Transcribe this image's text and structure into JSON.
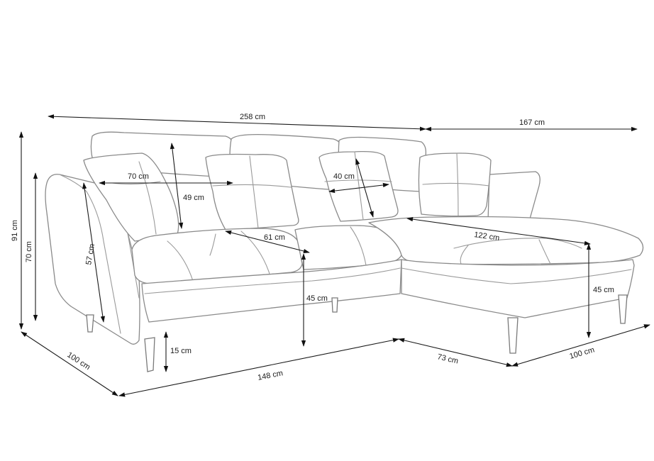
{
  "dimensions": {
    "total_width": "258 cm",
    "chaise_length": "167 cm",
    "back_height": "91 cm",
    "arm_height": "70 cm",
    "cushion_width": "70 cm",
    "cushion_height": "49 cm",
    "small_cushion_width": "40 cm",
    "inner_arm_height": "57 cm",
    "seat_depth": "61 cm",
    "chaise_seat_length": "122 cm",
    "seat_height": "45 cm",
    "chaise_seat_height": "45 cm",
    "leg_height": "15 cm",
    "depth": "100 cm",
    "base_width": "148 cm",
    "chaise_width": "73 cm",
    "chaise_depth": "100 cm"
  }
}
